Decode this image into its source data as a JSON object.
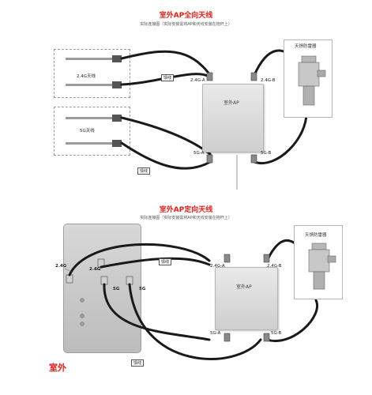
{
  "section1": {
    "title": "室外AP全向天线",
    "subtitle": "实际连接图（实际安装需将AP和天线安装在抱杆上）",
    "antenna_24g_label": "2.4G天线",
    "antenna_5g_label": "5G天线",
    "ap_label": "室外AP",
    "port_24a": "2.4G-A",
    "port_24b": "2.4G-B",
    "port_5a": "5G-A",
    "port_5b": "5G-B",
    "feeder_label_1": "馈线",
    "feeder_label_2": "馈线",
    "arrester_label": "天馈防雷器"
  },
  "section2": {
    "title": "室外AP定向天线",
    "subtitle": "实际连接图（实际安装需将AP和天线安装在抱杆上）",
    "panel_24g_left": "2.4G",
    "panel_24g_inner": "2.4G",
    "panel_5g_left": "5G",
    "panel_5g_right": "5G",
    "ap_label": "室外AP",
    "port_24a": "2.4G-A",
    "port_24b": "2.4G-B",
    "port_5a": "5G-A",
    "port_5b": "5G-B",
    "feeder_label_1": "馈线",
    "feeder_label_2": "馈线",
    "arrester_label": "天馈防雷器",
    "outdoor_label": "室外"
  },
  "colors": {
    "title_red": "#e0201b",
    "cable": "#1a1a1a"
  }
}
